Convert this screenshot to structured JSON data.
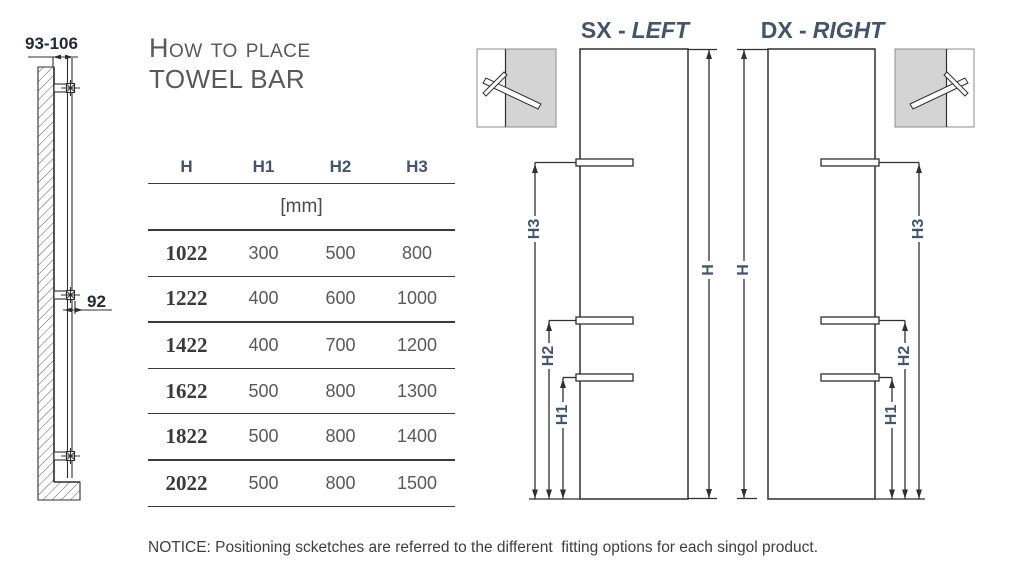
{
  "header": {
    "title_line1": "How to place",
    "title_line2": "TOWEL BAR"
  },
  "side_view": {
    "wall_to_panel_range": "93-106",
    "bar_offset": "92"
  },
  "table": {
    "headers": [
      "H",
      "H1",
      "H2",
      "H3"
    ],
    "unit_label": "[mm]",
    "rows": [
      [
        "1022",
        "300",
        "500",
        "800"
      ],
      [
        "1222",
        "400",
        "600",
        "1000"
      ],
      [
        "1422",
        "400",
        "700",
        "1200"
      ],
      [
        "1622",
        "500",
        "800",
        "1300"
      ],
      [
        "1822",
        "500",
        "800",
        "1400"
      ],
      [
        "2022",
        "500",
        "800",
        "1500"
      ]
    ]
  },
  "diagrams": {
    "labels": {
      "h": "H",
      "h1": "H1",
      "h2": "H2",
      "h3": "H3"
    },
    "sx": {
      "code": "SX -",
      "side": "LEFT"
    },
    "dx": {
      "code": "DX -",
      "side": "RIGHT"
    }
  },
  "notice": {
    "text": "NOTICE: Positioning scketches are referred to the different  fitting options for each singol product."
  },
  "colors": {
    "accent": "#44546a",
    "title_gray": "#595959",
    "line_dark": "#2f2f2f",
    "icon_fill": "#d4d4d4"
  }
}
